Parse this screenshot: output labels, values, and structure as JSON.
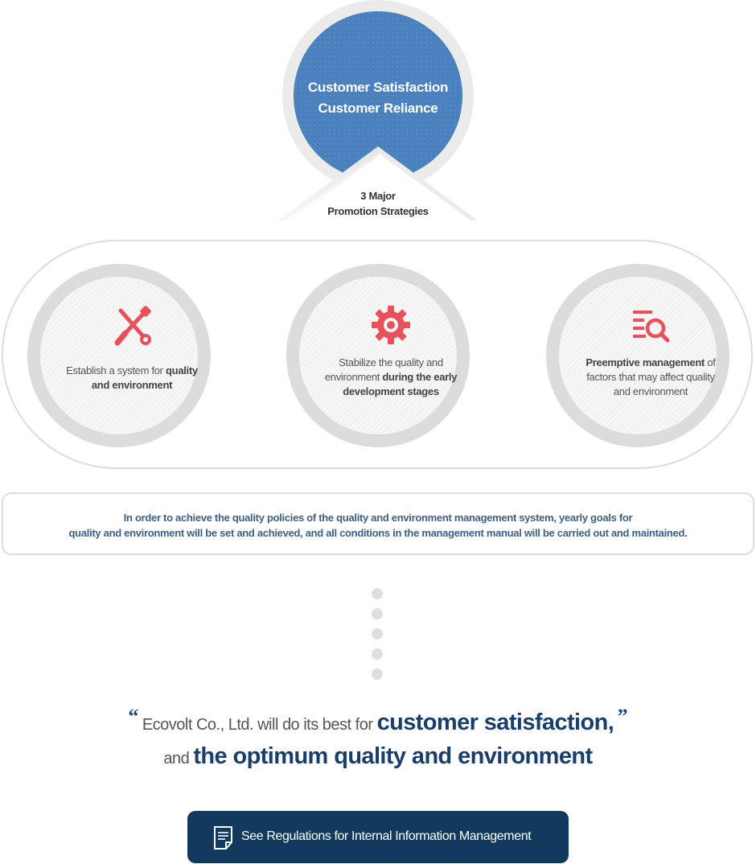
{
  "hero": {
    "line1": "Customer Satisfaction",
    "line2": "Customer Reliance",
    "subtitle_line1": "3 Major",
    "subtitle_line2": "Promotion Strategies"
  },
  "strategies": [
    {
      "icon": "tools-icon",
      "pre": "Establish a system for ",
      "bold": "quality and environment",
      "post": ""
    },
    {
      "icon": "gear-icon",
      "pre": "Stabilize the quality and environment ",
      "bold": "during the early development stages",
      "post": ""
    },
    {
      "icon": "search-list-icon",
      "pre": "",
      "bold": "Preemptive management",
      "post": " of factors that may affect quality and environment"
    }
  ],
  "policy": {
    "line1": "In order to achieve the quality policies of the quality and environment management system, yearly goals for",
    "line2": "quality and environment will be set and achieved, and all conditions in the management manual will be carried out and maintained."
  },
  "slogan": {
    "open_quote": "“",
    "close_quote": "”",
    "part1": "Ecovolt Co., Ltd. will do its best for ",
    "emph1": "customer satisfaction,",
    "part2": "and ",
    "emph2": "the optimum quality and environment"
  },
  "button": {
    "label": "See Regulations for Internal Information Management",
    "icon": "document-icon"
  },
  "colors": {
    "accent_blue": "#4a80be",
    "navy": "#123a5e",
    "icon_red": "#e8515a",
    "policy_text": "#3d5f86"
  }
}
